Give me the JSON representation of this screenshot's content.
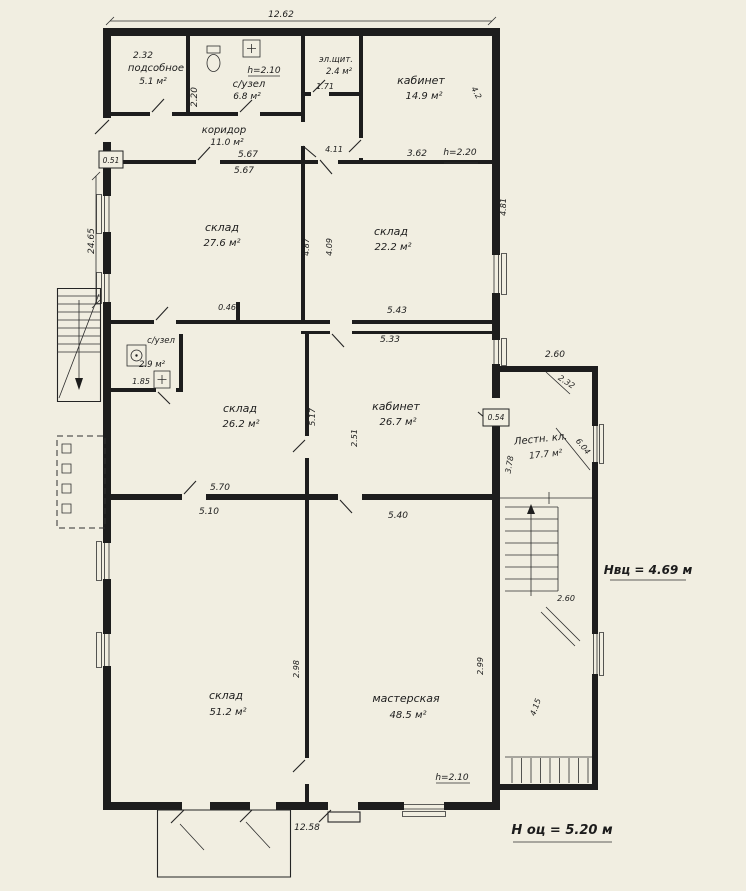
{
  "plan": {
    "colors": {
      "paper": "#f1eee1",
      "ink": "#1c1c1c"
    },
    "rooms": {
      "podsobnoe": {
        "name": "подсобное",
        "area": "5.1 м²"
      },
      "suzel_top": {
        "name": "с/узел",
        "area": "6.8 м²",
        "height": "h=2.10"
      },
      "elschit": {
        "name": "эл.щит.",
        "area": "2.4 м²"
      },
      "kabinet_top": {
        "name": "кабинет",
        "area": "14.9 м²"
      },
      "koridor": {
        "name": "коридор",
        "area": "11.0 м²"
      },
      "sklad_27": {
        "name": "склад",
        "area": "27.6 м²"
      },
      "sklad_22": {
        "name": "склад",
        "area": "22.2 м²"
      },
      "suzel_mid": {
        "name": "с/узел",
        "area": "2.9 м²"
      },
      "sklad_26": {
        "name": "склад",
        "area": "26.2 м²"
      },
      "kabinet_mid": {
        "name": "кабинет",
        "area": "26.7 м²"
      },
      "lestn_kl": {
        "name": "Лестн. кл.",
        "area": "17.7 м²"
      },
      "sklad_51": {
        "name": "склад",
        "area": "51.2 м²"
      },
      "masterskaya": {
        "name": "мастерская",
        "area": "48.5 м²",
        "height": "h=2.10"
      }
    },
    "dims": {
      "top_width": "12.62",
      "podsobnoe_w": "2.32",
      "podsobnoe_h": "2.20",
      "elschit_w": "1.71",
      "kabinet_top_side": "4.2",
      "koridor_len_a": "5.67",
      "koridor_len_b": "5.67",
      "left_stub": "0.51",
      "vestibule": "4.11",
      "kabinet_top_w": "3.62",
      "kabinet_top_h": "h=2.20",
      "left_side": "24.65",
      "sklad27_side": "4.87",
      "sklad22_side": "4.09",
      "right_side_top": "4.81",
      "sklad22_w": "5.43",
      "mid_stub": "0.46",
      "kabinet_mid_w_top": "5.33",
      "suzel_mid_w": "1.85",
      "sklad26_side": "5.17",
      "kabinet_mid_side": "2.51",
      "annex_top": "2.60",
      "annex_top_b": "2.32",
      "annex_door": "0.54",
      "lestn_diag": "6.04",
      "lestn_side": "3.78",
      "sklad26_w": "5.70",
      "sklad51_w_top": "5.10",
      "master_w_top": "5.40",
      "annex_stair": "2.60",
      "sklad51_side": "2.98",
      "master_side": "2.99",
      "annex_side": "4.15",
      "bottom_width": "12.58"
    },
    "notes": {
      "ceiling_note": "Нвц = 4.69 м",
      "basement_note": "Н оц = 5.20 м"
    },
    "icons": {
      "toilet": "toilet",
      "sink_top": "sink",
      "washer": "washing-machine",
      "sink_mid": "sink"
    }
  }
}
